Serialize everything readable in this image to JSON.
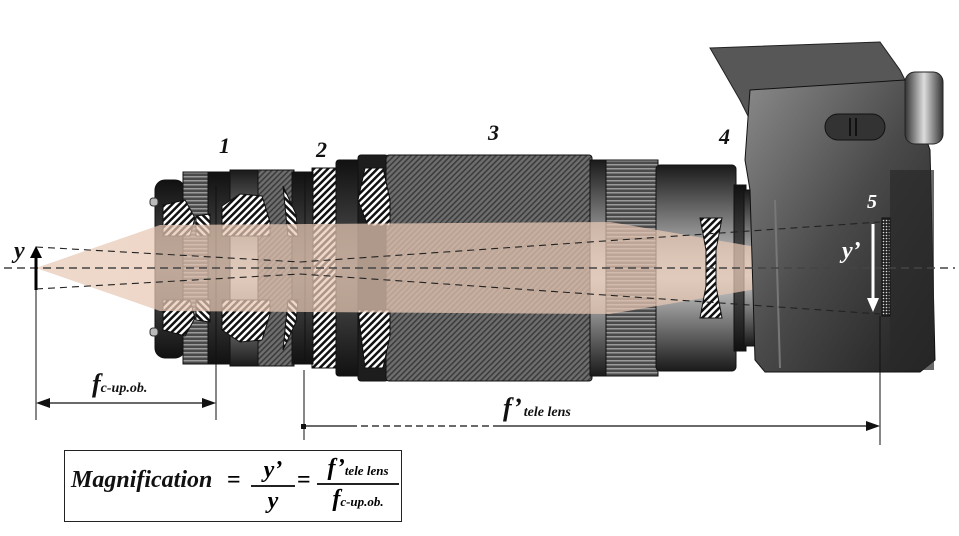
{
  "diagram": {
    "title": "Tele lens magnification with close-up objective",
    "component_labels": [
      {
        "id": "1",
        "text": "1"
      },
      {
        "id": "2",
        "text": "2"
      },
      {
        "id": "3",
        "text": "3"
      },
      {
        "id": "4",
        "text": "4"
      },
      {
        "id": "5",
        "text": "5"
      }
    ],
    "object_label": "y",
    "image_label": "y’",
    "dimension_labels": {
      "closeup_focal_main": "f",
      "closeup_focal_sub": "c-up.ob.",
      "tele_focal_main": "f’",
      "tele_focal_sub": "tele lens"
    },
    "formula": {
      "word": "Magnification",
      "equals": "=",
      "ratio_numerator": "y’",
      "ratio_denominator": "y",
      "focal_numerator_main": "f’",
      "focal_numerator_sub": "tele lens",
      "focal_denominator_main": "f",
      "focal_denominator_sub": "c-up.ob."
    },
    "colors": {
      "beam": "#e8c9b4",
      "body_dark": "#2b2b2b",
      "body_mid": "#6a6a6a",
      "line": "#111111"
    }
  }
}
